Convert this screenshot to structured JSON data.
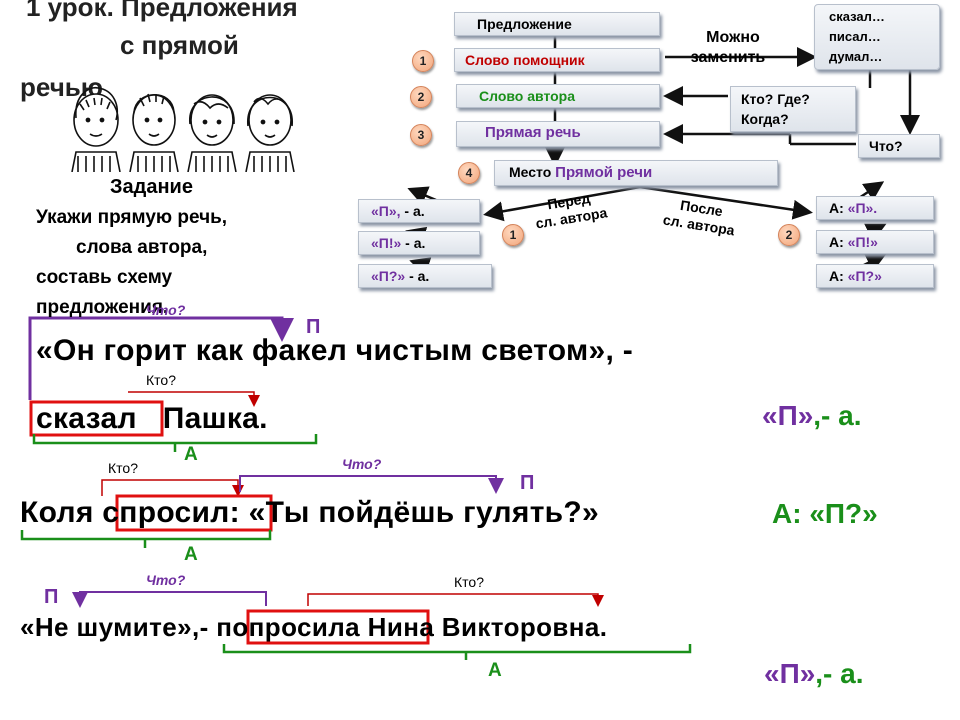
{
  "title": {
    "line1": "1 урок. Предложения",
    "line2": "с прямой",
    "line3": "речью"
  },
  "task": {
    "heading": "Задание",
    "line1": "Укажи прямую речь,",
    "line2": "слова автора,",
    "line3": "составь схему",
    "line4": "предложения."
  },
  "diagram": {
    "b_sentence": "Предложение",
    "b_helper": "Слово помощник",
    "b_author": "Слово автора",
    "b_direct": "Прямая речь",
    "b_place_prefix": "Место",
    "b_place_red": "Прямой речи",
    "can_replace_1": "Можно",
    "can_replace_2": "заменить",
    "verbs": {
      "v1": "сказал…",
      "v2": "писал…",
      "v3": "думал…"
    },
    "who_1": "Кто? Где?",
    "who_2": "Когда?",
    "what": "Что?",
    "before_1": "Перед",
    "before_2": "сл. автора",
    "after_1": "После",
    "after_2": "сл. автора",
    "num1": "1",
    "num2": "2",
    "num3": "3",
    "num4": "4",
    "left": {
      "l1a": "«П»,",
      "l1b": " - а.",
      "l2a": "«П!»",
      "l2b": " - а.",
      "l3a": "«П?»",
      "l3b": " - а."
    },
    "right": {
      "r1a": "А: ",
      "r1b": "«П».",
      "r2a": "А: ",
      "r2b": "«П!»",
      "r3a": "А: ",
      "r3b": "«П?»"
    }
  },
  "s1": {
    "line1": "«Он  горит  как  факел  чистым  светом», -",
    "word_said": "сказал",
    "word_name": "Пашка.",
    "chto": "Что?",
    "kto": "Кто?",
    "P": "П",
    "A": "А",
    "scheme_a": "«П»",
    "scheme_b": ",- а."
  },
  "s2": {
    "pre": "Коля ",
    "boxed": "спросил",
    "post": ": «Ты пойдёшь гулять?»",
    "kto": "Кто?",
    "chto": "Что?",
    "P": "П",
    "A": "А",
    "scheme": "А: «П?»"
  },
  "s3": {
    "pre": "«Не шумите»,- ",
    "boxed": "попросила",
    "post": " Нина Викторовна.",
    "chto": "Что?",
    "kto": "Кто?",
    "P": "П",
    "A": "А",
    "scheme_a": "«П»",
    "scheme_b": ",- а."
  }
}
